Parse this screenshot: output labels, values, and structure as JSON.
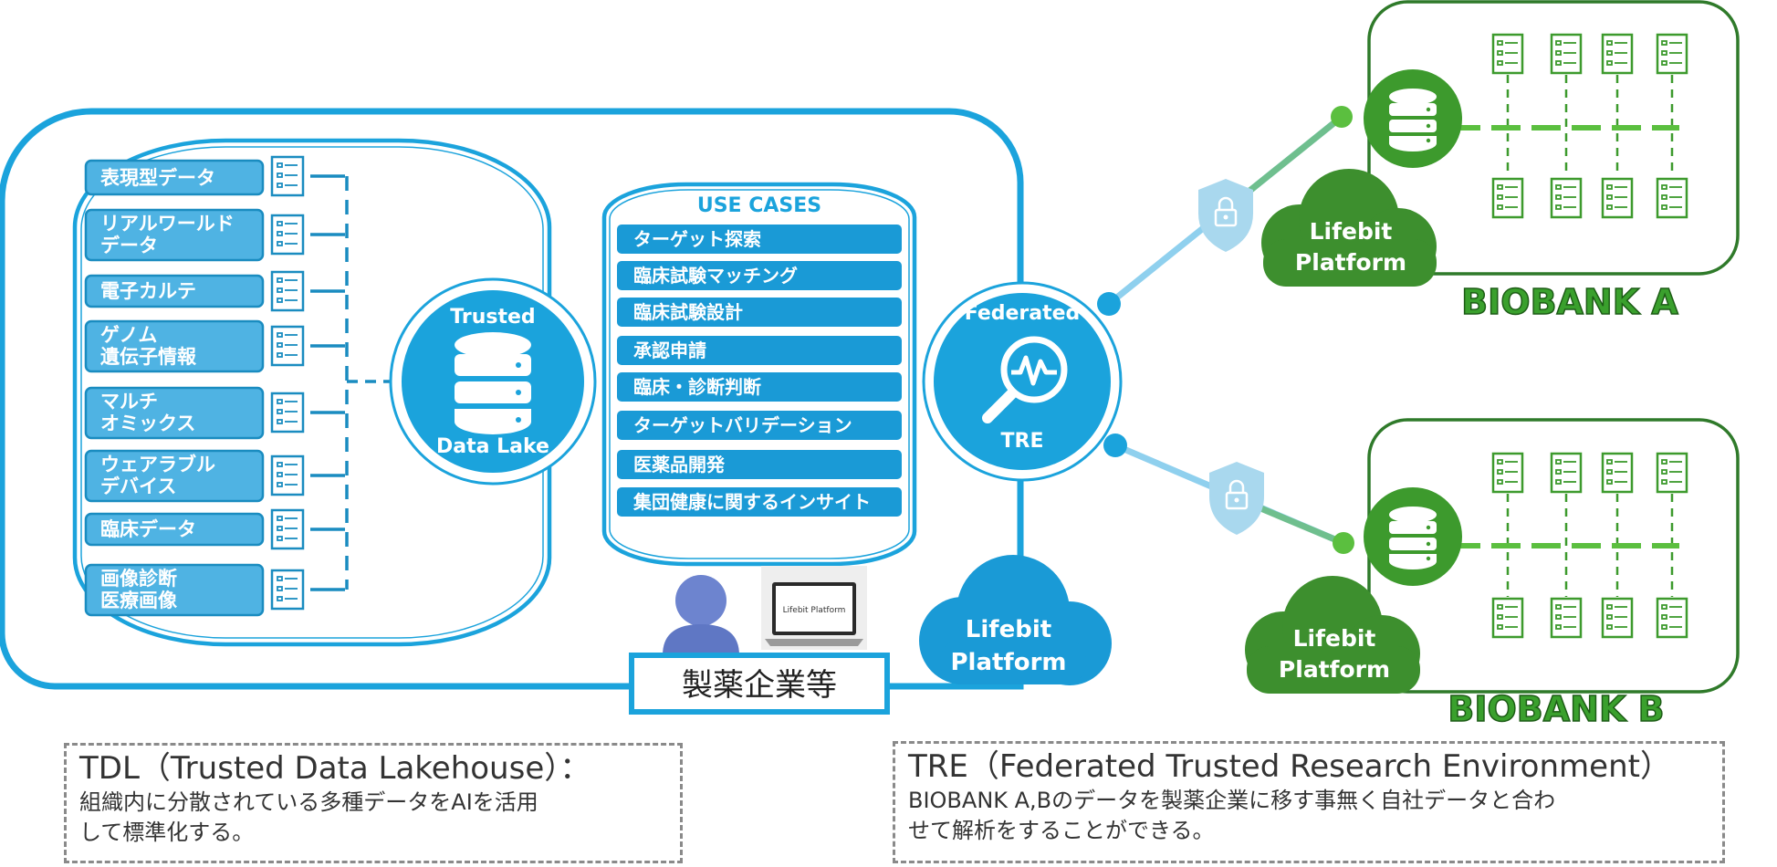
{
  "tdl": {
    "sources": [
      {
        "lines": [
          "表現型データ"
        ]
      },
      {
        "lines": [
          "リアルワールド",
          "データ"
        ]
      },
      {
        "lines": [
          "電子カルテ"
        ]
      },
      {
        "lines": [
          "ゲノム",
          "遺伝子情報"
        ]
      },
      {
        "lines": [
          "マルチ",
          "オミックス"
        ]
      },
      {
        "lines": [
          "ウェアラブル",
          "デバイス"
        ]
      },
      {
        "lines": [
          "臨床データ"
        ]
      },
      {
        "lines": [
          "画像診断",
          "医療画像"
        ]
      }
    ],
    "hub_top": "Trusted",
    "hub_bottom": "Data Lake"
  },
  "use_cases": {
    "title": "USE CASES",
    "items": [
      "ターゲット探索",
      "臨床試験マッチング",
      "臨床試験設計",
      "承認申請",
      "臨床・診断判断",
      "ターゲットバリデーション",
      "医薬品開発",
      "集団健康に関するインサイト"
    ]
  },
  "laptop_screen": "Lifebit Platform",
  "company_label": "製薬企業等",
  "tre": {
    "top": "Federated",
    "bottom": "TRE"
  },
  "platform_lines": [
    "Lifebit",
    "Platform"
  ],
  "biobank_a": "BIOBANK A",
  "biobank_b": "BIOBANK B",
  "notes": {
    "tdl_title": "TDL（Trusted Data Lakehouse）：",
    "tdl_body_1": "組織内に分散されている多種データをAIを活用",
    "tdl_body_2": "して標準化する。",
    "tre_title": "TRE（Federated Trusted Research Environment）",
    "tre_body_1": "BIOBANK A,Bのデータを製薬企業に移す事無く自社データと合わ",
    "tre_body_2": "せて解析をすることができる。"
  },
  "colors": {
    "blue": "#1ba3dc",
    "blue_dark": "#1a8cc0",
    "source_fill": "#4fb3e3",
    "green": "#3d8f2e",
    "green_frame": "#2f7a2a",
    "green_light": "#6abf4b",
    "shield": "#a9d8ee",
    "person": "#5f77c4"
  }
}
